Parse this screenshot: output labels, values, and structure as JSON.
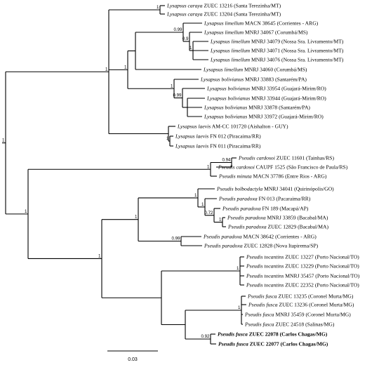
{
  "leaves": [
    {
      "species": "Lysapsus caraya",
      "label": "ZUEC 13216 (Santa Terezinha/MT)"
    },
    {
      "species": "Lysapsus caraya",
      "label": "ZUEC 13204 (Santa Terezinha/MT)"
    },
    {
      "species": "Lysapsus limellum",
      "label": "MACN 38645 (Corrientes - ARG)"
    },
    {
      "species": "Lysapsus limellum",
      "label": "MNRJ 34067 (Corumbá/MS)"
    },
    {
      "species": "Lysapsus limellum",
      "label": "MNRJ 34079 (Nossa Sra. Livramento/MT)"
    },
    {
      "species": "Lysapsus limellum",
      "label": "MNRJ 34071 (Nossa Sra. Livramento/MT)"
    },
    {
      "species": "Lysapsus limellum",
      "label": "MNRJ 34076 (Nossa Sra. Livramento/MT)"
    },
    {
      "species": "Lysapsus limellum",
      "label": "MNRJ 34060 (Corumbá/MS)"
    },
    {
      "species": "Lysapsus bolivianus",
      "label": "MNRJ 33883 (Santarém/PA)"
    },
    {
      "species": "Lysapsus bolivianus",
      "label": "MNRJ 33954 (Guajará-Mirim/RO)"
    },
    {
      "species": "Lysapsus bolivianus",
      "label": "MNRJ 33944 (Guajará-Mirim/RO)"
    },
    {
      "species": "Lysapsus bolivianus",
      "label": "MNRJ 33878 (Santarém/PA)"
    },
    {
      "species": "Lysapsus bolivianus",
      "label": "MNRJ 33972 (Guajará-Mirim/RO)"
    },
    {
      "species": "Lysapsus laevis",
      "label": "AM-CC 101720 (Aishalton - GUY)"
    },
    {
      "species": "Lysapsus laevis",
      "label": "FN 012 (Piracaima/RR)"
    },
    {
      "species": "Lysapsus laevis",
      "label": "FN 011 (Piracaima/RR)"
    },
    {
      "species": "Pseudis cardosoi",
      "label": "ZUEC 11601 (Tainhas/RS)"
    },
    {
      "species": "Pseudis cardosoi",
      "label": "CAUPF 1525 (São Francisco de Paula/RS)"
    },
    {
      "species": "Pseudis minuta",
      "label": "MACN 37786 (Entre Rios - ARG)"
    },
    {
      "species": "Pseudis bolbodactyla",
      "label": "MNRJ 34041 (Quirinópolis/GO)"
    },
    {
      "species": "Pseudis paradoxa",
      "label": "FN 013 (Pacaraima/RR)"
    },
    {
      "species": "Pseudis paradoxa",
      "label": "FN 189 (Macapá/AP)"
    },
    {
      "species": "Pseudis paradoxa",
      "label": "MNRJ 33859 (Bacabal/MA)"
    },
    {
      "species": "Pseudis paradoxa",
      "label": "ZUEC 12829 (Bacabal/MA)"
    },
    {
      "species": "Pseudis paradoxa",
      "label": "MACN 38642 (Corrientes - ARG)"
    },
    {
      "species": "Pseudis paradoxa",
      "label": "ZUEC 12828 (Nova Itapirema/SP)"
    },
    {
      "species": "Pseudis tocantins",
      "label": "ZUEC 13227 (Porto Nacional/TO)"
    },
    {
      "species": "Pseudis tocantins",
      "label": "ZUEC 13229 (Porto Nacional/TO)"
    },
    {
      "species": "Pseudis tocantins",
      "label": "MNRJ 35457 (Porto Nacional/TO)"
    },
    {
      "species": "Pseudis tocantins",
      "label": "ZUEC 22352 (Porto Nacional/TO)"
    },
    {
      "species": "Pseudis fusca",
      "label": "ZUEC 13235 (Coronel Murta/MG)"
    },
    {
      "species": "Pseudis fusca",
      "label": "ZUEC 13236 (Coronel Murta/MG)"
    },
    {
      "species": "Pseudis fusca",
      "label": "MNRJ 35459 (Coronel Murta/MG)"
    },
    {
      "species": "Pseudis fusca",
      "label": "ZUEC 24518 (Salinas/MG)"
    },
    {
      "species": "Pseudis fusca",
      "label": "ZUEC 22078 (Carlos Chagas/MG)",
      "bold": true
    },
    {
      "species": "Pseudis fusca",
      "label": "ZUEC 22077 (Carlos Chagas/MG)",
      "bold": true
    }
  ],
  "support_values": [
    "1",
    "1",
    "1",
    "0.99",
    "0.9",
    "1",
    "1",
    "0.99",
    "1",
    "1",
    "0.94",
    "1",
    "1",
    "1",
    "1",
    "0.72",
    "1",
    "0.99",
    "1",
    "1",
    "1",
    "0.92",
    "1"
  ],
  "scale_bar": {
    "label": "0.03"
  }
}
